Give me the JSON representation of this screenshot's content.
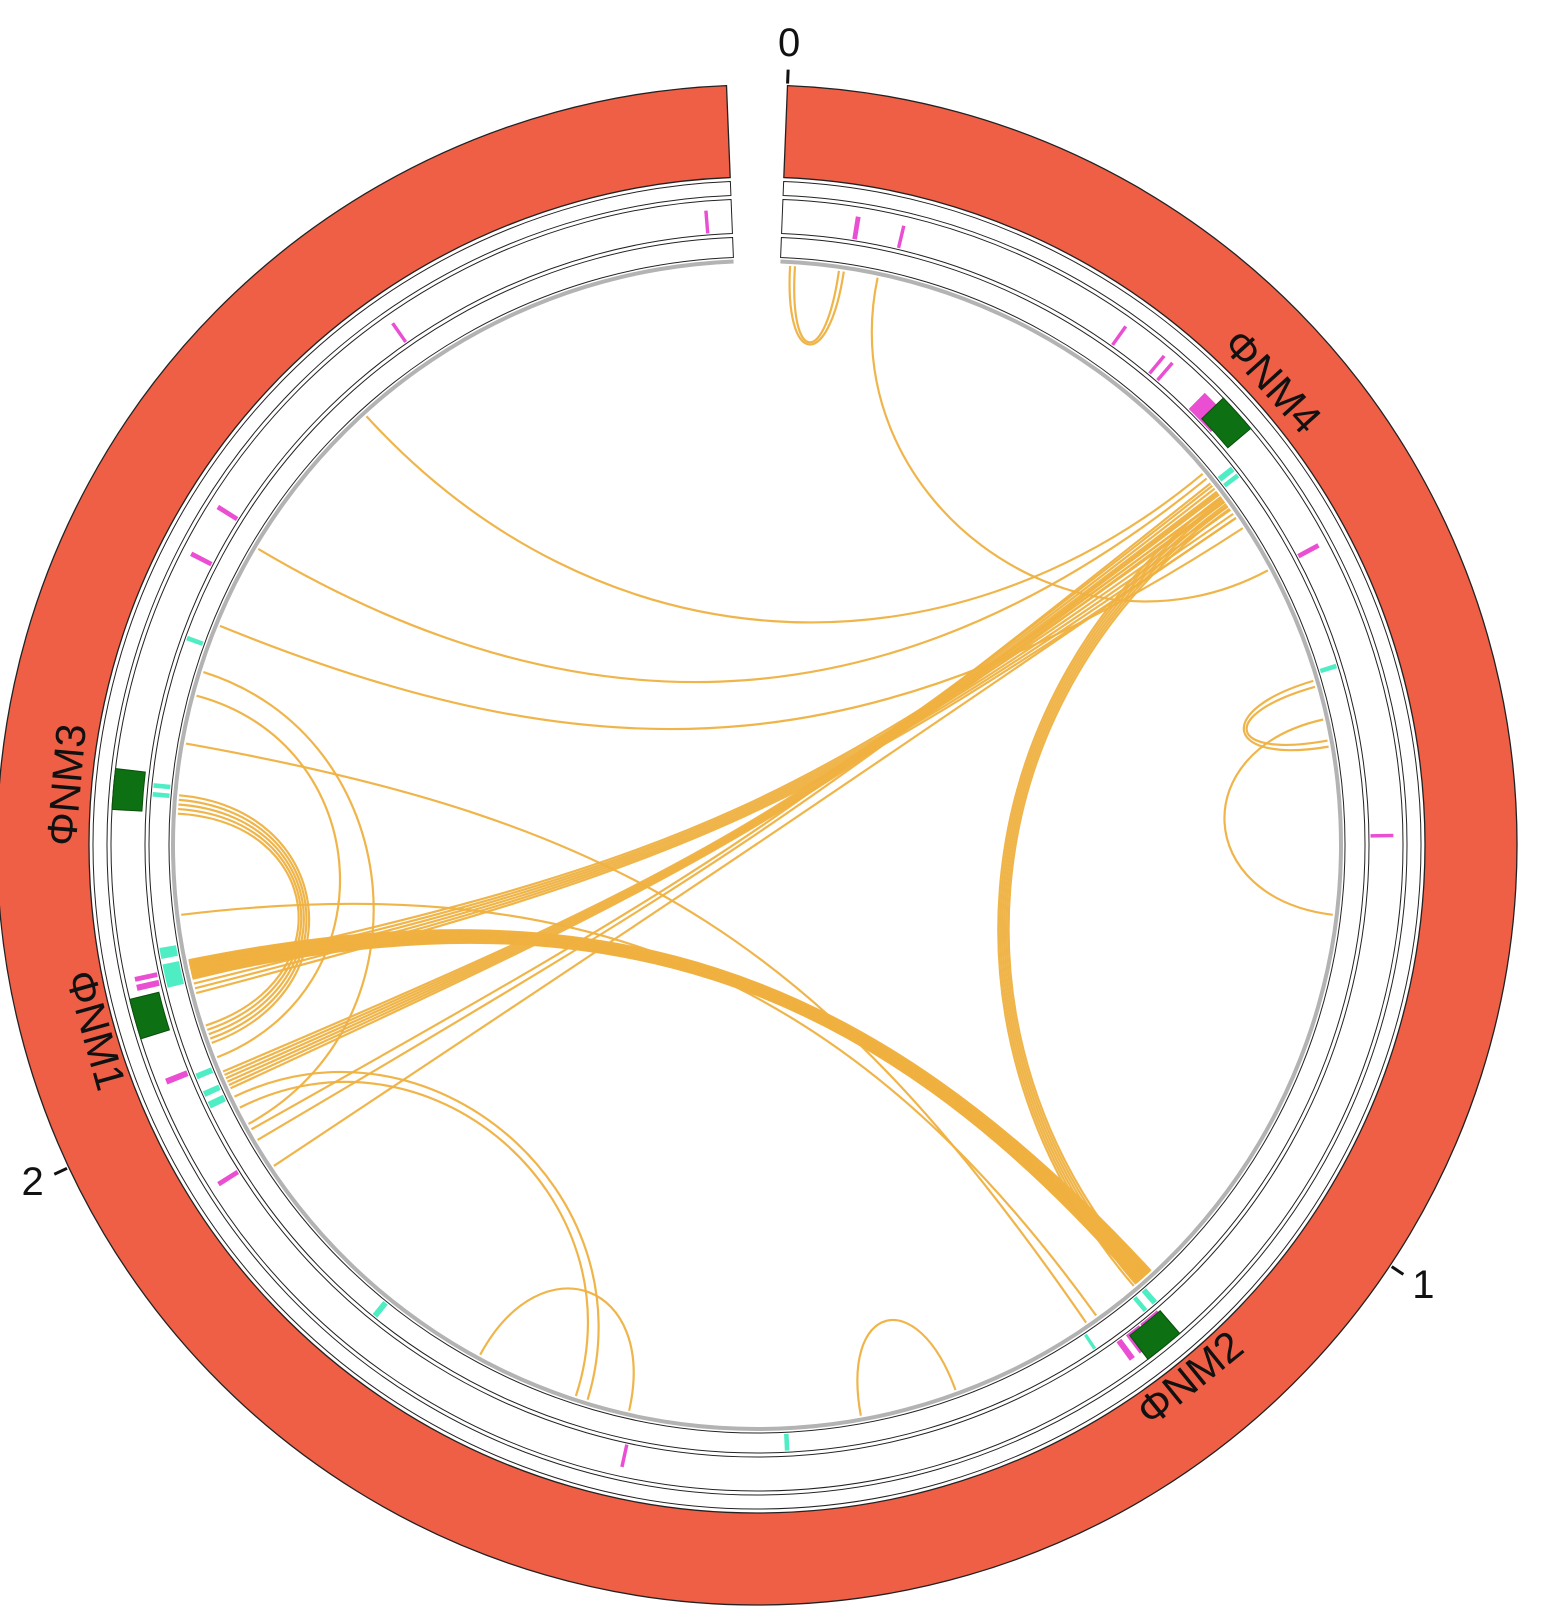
{
  "genome": {
    "ticks": [
      {
        "pos": 0,
        "label": "0"
      },
      {
        "pos": 1,
        "label": "1"
      },
      {
        "pos": 2,
        "label": "2"
      }
    ],
    "total": 2.93,
    "gap_degrees": 4.6
  },
  "colors": {
    "ideogram": "#ee5f45",
    "link": "#efb140",
    "prophage": "#0d7012",
    "magenta": "#ea4fd3",
    "cyan": "#4fedc4",
    "outline": "#222222",
    "inner_ring": "#b3b3b3"
  },
  "prophages": [
    {
      "name": "ΦNM4",
      "start": 0.362,
      "end": 0.392
    },
    {
      "name": "ΦNM2",
      "start": 1.128,
      "end": 1.158
    },
    {
      "name": "ΦNM1",
      "start": 2.063,
      "end": 2.093
    },
    {
      "name": "ΦNM3",
      "start": 2.233,
      "end": 2.263
    }
  ],
  "magenta_marks": [
    {
      "pos": 0.055,
      "w": 0.003
    },
    {
      "pos": 0.09,
      "w": 0.002
    },
    {
      "pos": 0.272,
      "w": 0.002
    },
    {
      "pos": 0.308,
      "w": 0.002
    },
    {
      "pos": 0.316,
      "w": 0.002
    },
    {
      "pos": 0.35,
      "w": 0.012
    },
    {
      "pos": 0.362,
      "w": 0.012
    },
    {
      "pos": 0.49,
      "w": 0.003
    },
    {
      "pos": 0.715,
      "w": 0.002
    },
    {
      "pos": 1.13,
      "w": 0.016
    },
    {
      "pos": 1.148,
      "w": 0.012
    },
    {
      "pos": 1.165,
      "w": 0.004
    },
    {
      "pos": 1.565,
      "w": 0.002
    },
    {
      "pos": 1.94,
      "w": 0.003
    },
    {
      "pos": 2.025,
      "w": 0.004
    },
    {
      "pos": 2.098,
      "w": 0.004
    },
    {
      "pos": 2.105,
      "w": 0.003
    },
    {
      "pos": 2.43,
      "w": 0.003
    },
    {
      "pos": 2.47,
      "w": 0.003
    },
    {
      "pos": 2.66,
      "w": 0.002
    },
    {
      "pos": 2.91,
      "w": 0.002
    }
  ],
  "cyan_marks": [
    {
      "pos": 0.405,
      "w": 0.004
    },
    {
      "pos": 0.412,
      "w": 0.003
    },
    {
      "pos": 0.58,
      "w": 0.003
    },
    {
      "pos": 1.125,
      "w": 0.004
    },
    {
      "pos": 1.135,
      "w": 0.003
    },
    {
      "pos": 1.185,
      "w": 0.002
    },
    {
      "pos": 1.44,
      "w": 0.003
    },
    {
      "pos": 1.785,
      "w": 0.004
    },
    {
      "pos": 1.995,
      "w": 0.005
    },
    {
      "pos": 2.005,
      "w": 0.004
    },
    {
      "pos": 2.02,
      "w": 0.004
    },
    {
      "pos": 2.095,
      "w": 0.018
    },
    {
      "pos": 2.118,
      "w": 0.008
    },
    {
      "pos": 2.245,
      "w": 0.003
    },
    {
      "pos": 2.252,
      "w": 0.003
    },
    {
      "pos": 2.37,
      "w": 0.003
    }
  ],
  "links": [
    {
      "a": 2.105,
      "b": 1.12,
      "n": 40,
      "spread": 0.015
    },
    {
      "a": 2.095,
      "b": 0.43,
      "n": 6,
      "spread": 0.02
    },
    {
      "a": 2.01,
      "b": 0.415,
      "n": 6,
      "spread": 0.015
    },
    {
      "a": 1.125,
      "b": 0.425,
      "n": 6,
      "spread": 0.012
    },
    {
      "a": 2.24,
      "b": 2.05,
      "n": 5,
      "spread": 0.015
    },
    {
      "a": 0.01,
      "b": 0.05,
      "n": 2,
      "spread": 0.004
    },
    {
      "a": 0.08,
      "b": 0.49,
      "n": 1,
      "spread": 0
    },
    {
      "a": 0.62,
      "b": 0.78,
      "n": 1,
      "spread": 0
    },
    {
      "a": 0.59,
      "b": 0.64,
      "n": 2,
      "spread": 0.005
    },
    {
      "a": 1.7,
      "b": 1.57,
      "n": 1,
      "spread": 0
    },
    {
      "a": 1.38,
      "b": 1.3,
      "n": 1,
      "spread": 0
    },
    {
      "a": 1.61,
      "b": 1.99,
      "n": 2,
      "spread": 0.01
    },
    {
      "a": 2.6,
      "b": 0.395,
      "n": 1,
      "spread": 0
    },
    {
      "a": 2.46,
      "b": 0.4,
      "n": 1,
      "spread": 0
    },
    {
      "a": 2.39,
      "b": 0.45,
      "n": 1,
      "spread": 0
    },
    {
      "a": 2.35,
      "b": 1.97,
      "n": 1,
      "spread": 0
    },
    {
      "a": 2.33,
      "b": 2.03,
      "n": 1,
      "spread": 0
    },
    {
      "a": 2.29,
      "b": 1.18,
      "n": 1,
      "spread": 0
    },
    {
      "a": 2.15,
      "b": 1.17,
      "n": 1,
      "spread": 0
    },
    {
      "a": 1.96,
      "b": 0.41,
      "n": 2,
      "spread": 0.01
    },
    {
      "a": 1.93,
      "b": 0.44,
      "n": 1,
      "spread": 0
    }
  ]
}
